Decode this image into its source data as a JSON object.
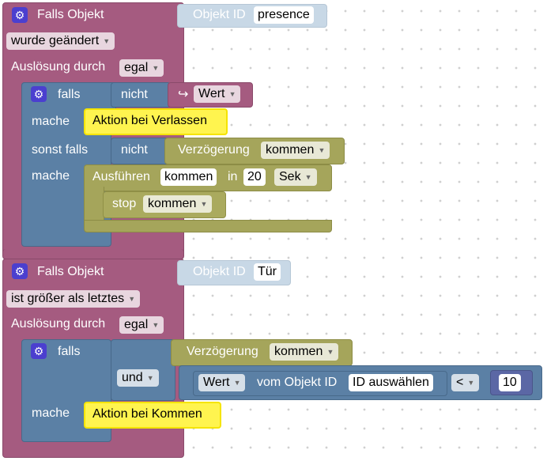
{
  "block1": {
    "trigger": "Falls Objekt",
    "object_id_label": "Objekt ID",
    "object_id_value": "presence",
    "condition": "wurde geändert",
    "trigger_by_label": "Auslösung durch",
    "trigger_by_value": "egal",
    "if_block": {
      "falls_label": "falls",
      "nicht_label": "nicht",
      "wert_label": "Wert",
      "wert_icon": "↪",
      "mache_label": "mache",
      "comment1": "Aktion bei Verlassen",
      "sonst_falls_label": "sonst falls",
      "nicht2_label": "nicht",
      "verzoegerung_label": "Verzögerung",
      "verzoegerung_value": "kommen",
      "mache2_label": "mache",
      "ausfuehren_label": "Ausführen",
      "ausfuehren_value": "kommen",
      "in_label": "in",
      "in_value": "20",
      "sek_value": "Sek",
      "stop_label": "stop",
      "stop_value": "kommen"
    }
  },
  "block2": {
    "trigger": "Falls Objekt",
    "object_id_label": "Objekt ID",
    "object_id_value": "Tür",
    "condition": "ist größer als letztes",
    "trigger_by_label": "Auslösung durch",
    "trigger_by_value": "egal",
    "if_block": {
      "falls_label": "falls",
      "verzoegerung_label": "Verzögerung",
      "verzoegerung_value": "kommen",
      "und_value": "und",
      "wert_value": "Wert",
      "vom_label": "vom Objekt ID",
      "id_value": "ID auswählen",
      "op_value": "<",
      "num_value": "10",
      "mache_label": "mache",
      "comment": "Aktion bei Kommen"
    }
  },
  "colors": {
    "event_block": "#a55b80",
    "control_block": "#5b80a5",
    "olive_block": "#a5a55b",
    "comment_yellow": "#fff44f",
    "gear_icon": "#4b3fcf"
  }
}
